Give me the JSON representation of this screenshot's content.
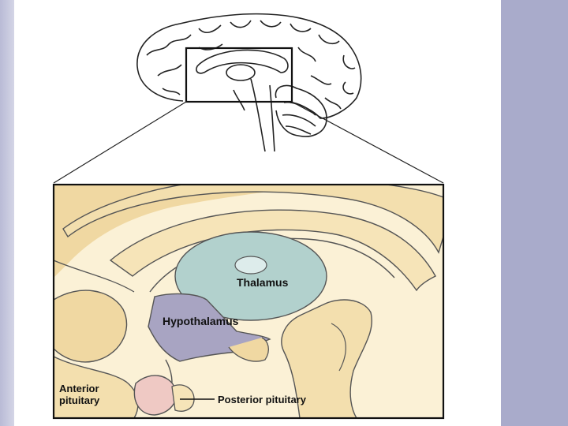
{
  "labels": {
    "thalamus": "Thalamus",
    "hypothalamus": "Hypothalamus",
    "anterior_line1": "Anterior",
    "anterior_line2": "pituitary",
    "posterior": "Posterior pituitary"
  },
  "colors": {
    "slide_background": "#a9abcb",
    "tissue": "#f3dfae",
    "tissue_light": "#fbf1d6",
    "thalamus": "#b2d1cd",
    "hypothalamus": "#a8a4c2",
    "pituitary": "#efc9c4",
    "outline": "#111111"
  }
}
